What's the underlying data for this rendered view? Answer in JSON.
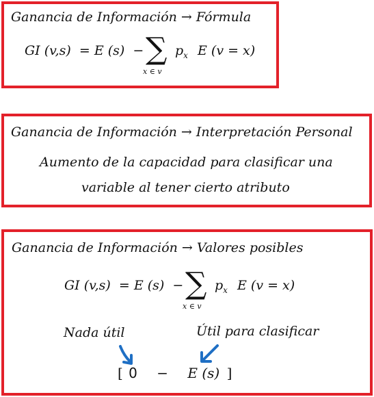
{
  "box1": {
    "title_text": "Ganancia de Información",
    "arrow": "→",
    "title_tail": "Fórmula",
    "formula": {
      "lhs": "GI (v,s)",
      "eq": "= E (s)",
      "minus": "−",
      "sum_symbol": "∑",
      "sum_under": "x ∈ v",
      "p": "p",
      "p_sub": "x",
      "rhs": "E (v = x)"
    }
  },
  "box2": {
    "title_text": "Ganancia de Información",
    "arrow": "→",
    "title_tail": "Interpretación Personal",
    "line1": "Aumento de la capacidad para clasificar una",
    "line2": "variable al tener cierto atributo"
  },
  "box3": {
    "title_text": "Ganancia de Información",
    "arrow": "→",
    "title_tail": "Valores posibles",
    "formula": {
      "lhs": "GI (v,s)",
      "eq": "= E (s)",
      "minus": "−",
      "sum_symbol": "∑",
      "sum_under": "x ∈ v",
      "p": "p",
      "p_sub": "x",
      "rhs": "E (v = x)"
    },
    "label_left": "Nada útil",
    "label_right": "Útil para clasificar",
    "range_open": "[",
    "range_zero": "0",
    "range_dash": "−",
    "range_es": "E (s)",
    "range_close": "]"
  },
  "colors": {
    "border": "#e3212a",
    "arrow": "#1f6fc4"
  }
}
